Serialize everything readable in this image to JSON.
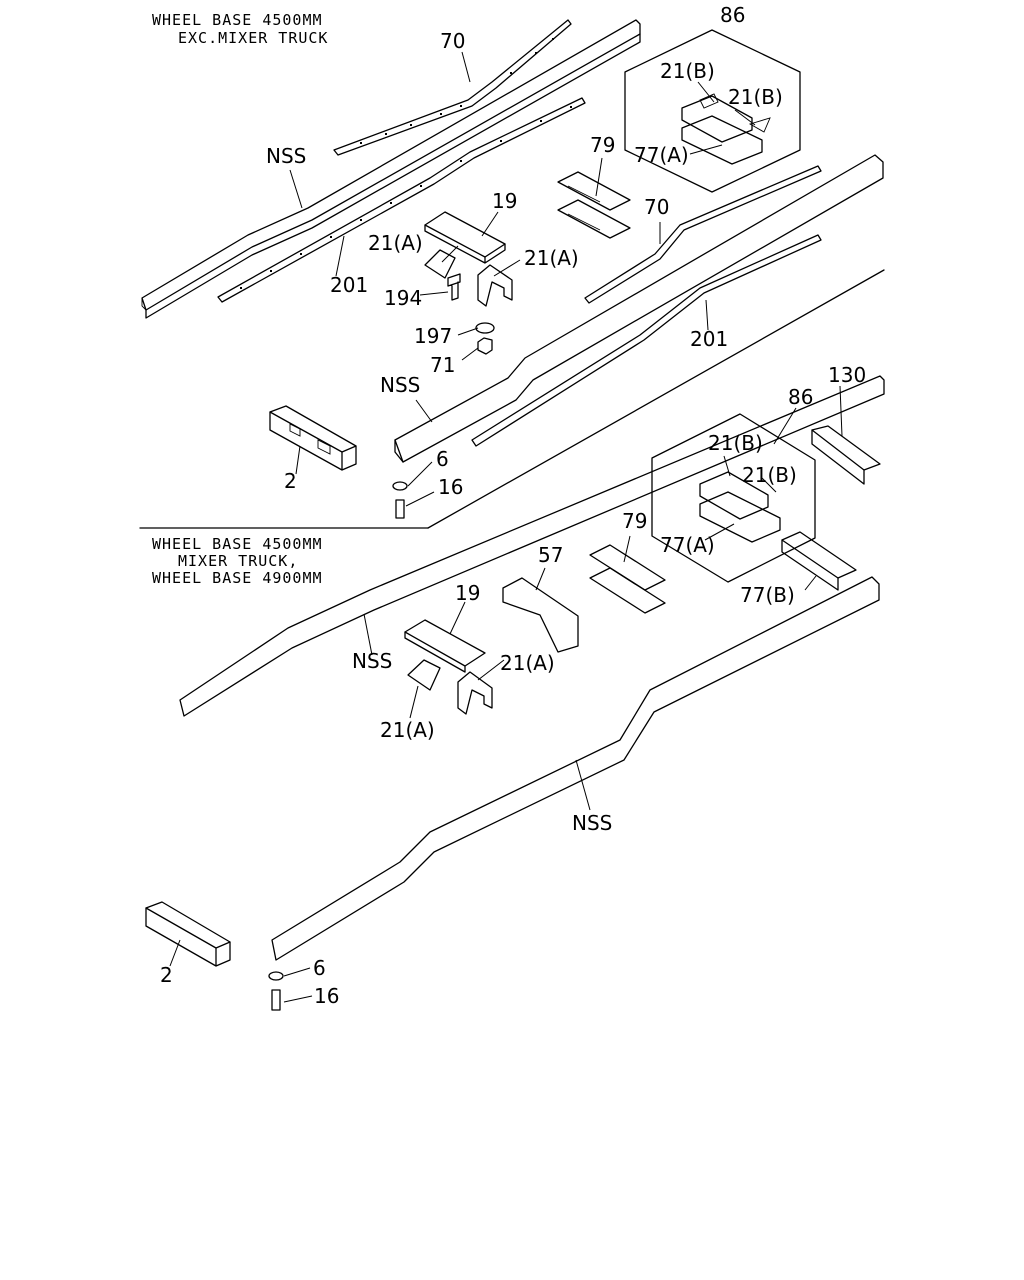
{
  "notes": {
    "top_line1": "WHEEL BASE 4500MM",
    "top_line2": "EXC.MIXER TRUCK",
    "mid_line1": "WHEEL BASE 4500MM",
    "mid_line2": "MIXER TRUCK,",
    "mid_line3": "WHEEL BASE 4900MM"
  },
  "labels": {
    "p70a": "70",
    "p86a": "86",
    "p21b_a1": "21(B)",
    "p21b_a2": "21(B)",
    "p77a_a": "77(A)",
    "p79a": "79",
    "nss_a": "NSS",
    "p19a": "19",
    "p70b": "70",
    "p21a_a1": "21(A)",
    "p21a_a2": "21(A)",
    "p201a": "201",
    "p194": "194",
    "p197": "197",
    "p71": "71",
    "p201b": "201",
    "nss_b": "NSS",
    "p130": "130",
    "p86b": "86",
    "p2a": "2",
    "p6a": "6",
    "p16a": "16",
    "p21b_b1": "21(B)",
    "p21b_b2": "21(B)",
    "p79b": "79",
    "p77a_b": "77(A)",
    "p57": "57",
    "p77b": "77(B)",
    "p19b": "19",
    "nss_c": "NSS",
    "p21a_b1": "21(A)",
    "p21a_b2": "21(A)",
    "nss_d": "NSS",
    "p2b": "2",
    "p6b": "6",
    "p16b": "16"
  }
}
